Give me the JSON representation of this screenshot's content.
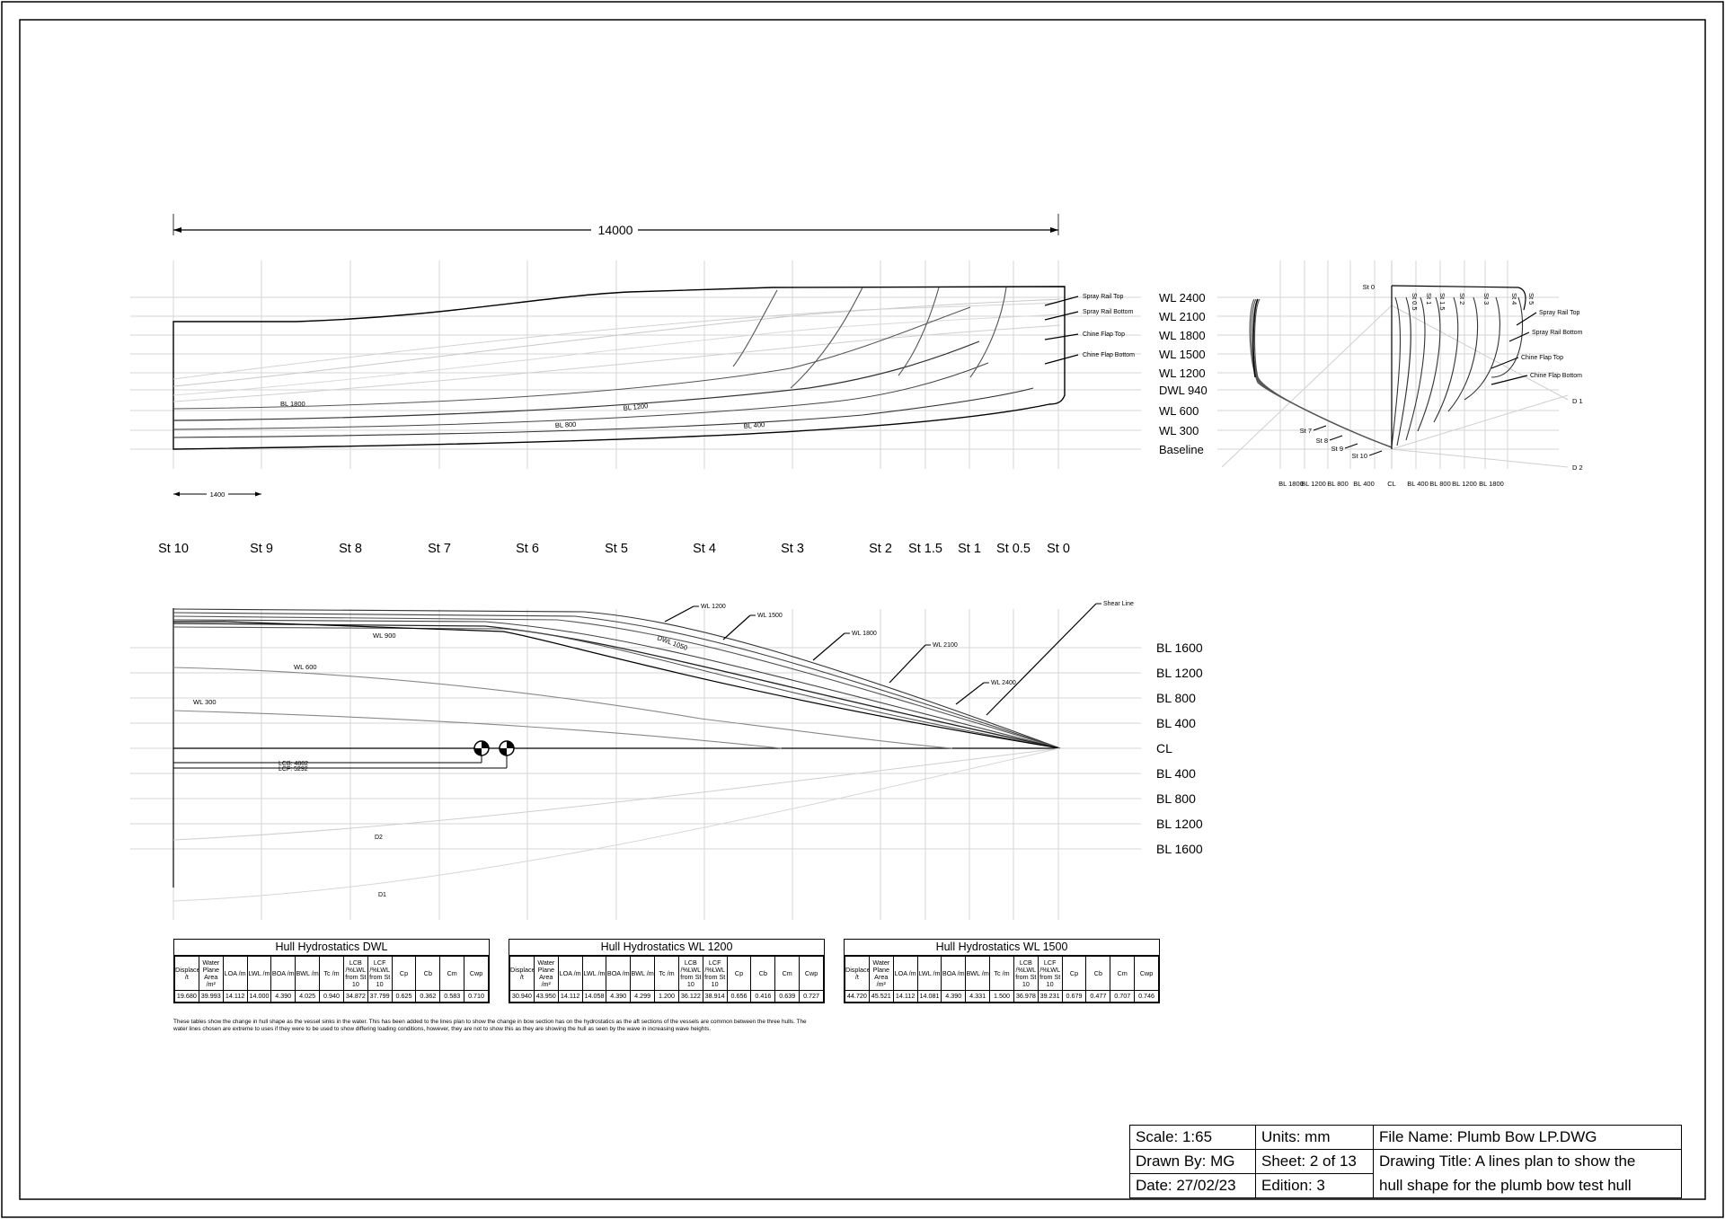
{
  "profile": {
    "overall_length_dim": "14000",
    "station_spacing_dim": "1400",
    "waterlines": [
      "WL 2400",
      "WL 2100",
      "WL 1800",
      "WL 1500",
      "WL 1200",
      "DWL 940",
      "WL 600",
      "WL 300",
      "Baseline"
    ],
    "buttock_labels": [
      "BL 1800",
      "BL 1200",
      "BL 800",
      "BL 400"
    ],
    "callouts": [
      "Spray Rail Top",
      "Spray Rail Bottom",
      "Chine Flap Top",
      "Chine Flap Bottom"
    ]
  },
  "stations": [
    "St 10",
    "St 9",
    "St 8",
    "St 7",
    "St 6",
    "St 5",
    "St 4",
    "St 3",
    "St 2",
    "St 1.5",
    "St 1",
    "St 0.5",
    "St 0"
  ],
  "body_plan": {
    "fwd_stations": [
      "St 0",
      "St 0.5",
      "St 1",
      "St 1.5",
      "St 2",
      "St 3",
      "St 4",
      "St 5"
    ],
    "aft_stations": [
      "St 7",
      "St 8",
      "St 9",
      "St 10"
    ],
    "callouts": [
      "Spray Rail Top",
      "Spray Rail Bottom",
      "Chine Flap Top",
      "Chine Flap Bottom"
    ],
    "diagonals": [
      "D 1",
      "D 2"
    ],
    "buttocks": [
      "BL 1800",
      "BL 1200",
      "BL 800",
      "BL 400",
      "CL",
      "BL 400",
      "BL 800",
      "BL 1200",
      "BL 1800"
    ]
  },
  "half_breadth": {
    "buttocks": [
      "BL 1600",
      "BL 1200",
      "BL 800",
      "BL 400",
      "CL",
      "BL 400",
      "BL 800",
      "BL 1200",
      "BL 1600"
    ],
    "callouts": [
      "WL 1200",
      "WL 1500",
      "WL 1800",
      "WL 2100",
      "WL 2400",
      "Shear Line"
    ],
    "inline_labels": [
      "WL 900",
      "WL 600",
      "WL 300",
      "DWL 1050",
      "D2",
      "D1"
    ],
    "lcb": "LCB: 4882",
    "lcf": "LCF: 5292"
  },
  "hydro_headers": [
    "Displacement /t",
    "Water Plane Area /m²",
    "LOA /m",
    "LWL /m",
    "BOA /m",
    "BWL /m",
    "Tc /m",
    "LCB /%LWL from St 10",
    "LCF /%LWL from St 10",
    "Cp",
    "Cb",
    "Cm",
    "Cwp"
  ],
  "hydro_tables": [
    {
      "title": "Hull Hydrostatics DWL",
      "values": [
        "19.680",
        "39.993",
        "14.112",
        "14.000",
        "4.390",
        "4.025",
        "0.940",
        "34.872",
        "37.799",
        "0.625",
        "0.362",
        "0.583",
        "0.710"
      ]
    },
    {
      "title": "Hull Hydrostatics WL 1200",
      "values": [
        "30.940",
        "43.950",
        "14.112",
        "14.058",
        "4.390",
        "4.299",
        "1.200",
        "36.122",
        "38.914",
        "0.656",
        "0.416",
        "0.639",
        "0.727"
      ]
    },
    {
      "title": "Hull Hydrostatics WL 1500",
      "values": [
        "44.720",
        "45.521",
        "14.112",
        "14.081",
        "4.390",
        "4.331",
        "1.500",
        "36.978",
        "39.231",
        "0.679",
        "0.477",
        "0.707",
        "0.746"
      ]
    }
  ],
  "note": "These tables show the change in hull shape as the vessel sinks in the water. This has been added to the lines plan to show the change in bow section has on the hydrostatics as the aft sections of the vessels are common between the three hulls. The water lines chosen are extreme to uses if they were to be used to show differing loading conditions, however, they are not to show this as they are showing the hull as seen by the wave in increasing wave heights.",
  "title_block": {
    "scale": "Scale: 1:65",
    "units": "Units: mm",
    "file_name": "File Name: Plumb Bow LP.DWG",
    "drawn_by": "Drawn By: MG",
    "sheet": "Sheet: 2 of 13",
    "title_line1": "Drawing Title: A lines plan to show the",
    "date": "Date: 27/02/23",
    "edition": "Edition: 3",
    "title_line2": "hull shape for the plumb bow test hull"
  },
  "colors": {
    "line": "#000000",
    "grid": "#d6d6d6",
    "light_curve": "#cfcfcf",
    "mid_curve": "#8c8c8c"
  }
}
